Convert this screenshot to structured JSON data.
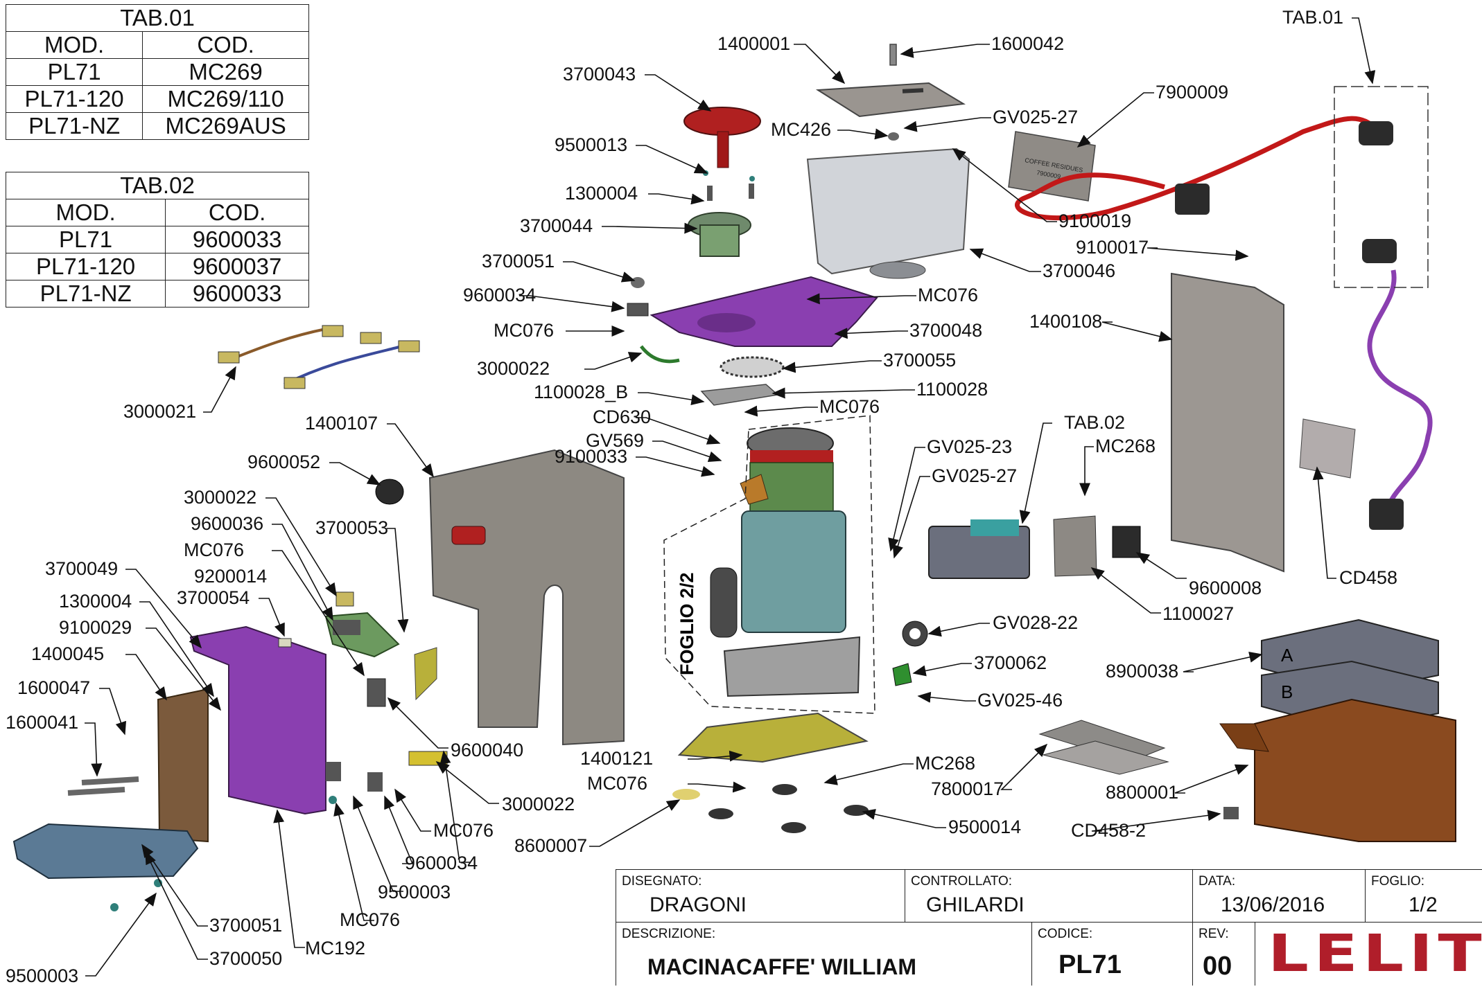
{
  "tab01": {
    "title": "TAB.01",
    "headers": [
      "MOD.",
      "COD."
    ],
    "rows": [
      [
        "PL71",
        "MC269"
      ],
      [
        "PL71-120",
        "MC269/110"
      ],
      [
        "PL71-NZ",
        "MC269AUS"
      ]
    ]
  },
  "tab02": {
    "title": "TAB.02",
    "headers": [
      "MOD.",
      "COD."
    ],
    "rows": [
      [
        "PL71",
        "9600033"
      ],
      [
        "PL71-120",
        "9600037"
      ],
      [
        "PL71-NZ",
        "9600033"
      ]
    ]
  },
  "callouts": [
    "1400001",
    "1600042",
    "3700043",
    "MC426",
    "GV025-27",
    "7900009",
    "TAB.01",
    "9500013",
    "1300004",
    "3700044",
    "9100019",
    "9100017",
    "3700051",
    "3700046",
    "9600034",
    "MC076",
    "MC076",
    "3700048",
    "1400108",
    "3000022",
    "3700055",
    "1100028_B",
    "1100028",
    "MC076",
    "CD630",
    "GV569",
    "9100033",
    "TAB.02",
    "MC268",
    "GV025-23",
    "GV025-27",
    "3000021",
    "1400107",
    "9600052",
    "3000022",
    "9600036",
    "3700053",
    "MC076",
    "9200014",
    "3700049",
    "3700054",
    "1300004",
    "9100029",
    "1400045",
    "1600047",
    "1600041",
    "9600008",
    "CD458",
    "1100027",
    "GV028-22",
    "3700062",
    "8900038",
    "GV025-46",
    "9600040",
    "3000022",
    "1400121",
    "MC268",
    "MC076",
    "7800017",
    "8800001",
    "8600007",
    "9500014",
    "MC076",
    "9600034",
    "9500003",
    "3700051",
    "MC076",
    "CD458-2",
    "3700050",
    "MC192",
    "9500003"
  ],
  "sheet_ref": "FOGLIO 2/2",
  "box_letters": [
    "A",
    "B"
  ],
  "label_product": {
    "line1": "COFFEE RESIDUES",
    "line2": "7900009"
  },
  "title_block": {
    "disegnato_label": "DISEGNATO:",
    "disegnato": "DRAGONI",
    "controllato_label": "CONTROLLATO:",
    "controllato": "GHILARDI",
    "data_label": "DATA:",
    "data": "13/06/2016",
    "foglio_label": "FOGLIO:",
    "foglio": "1/2",
    "descrizione_label": "DESCRIZIONE:",
    "descrizione": "MACINACAFFE' WILLIAM",
    "codice_label": "CODICE:",
    "codice": "PL71",
    "rev_label": "REV:",
    "rev": "00",
    "logo_text": "LELIT"
  },
  "colors": {
    "logo": "#b01e2a",
    "purple": "#8a3fb0",
    "red_part": "#b02020",
    "blue_tray": "#5b7a95",
    "box": "#8a4a1f"
  }
}
